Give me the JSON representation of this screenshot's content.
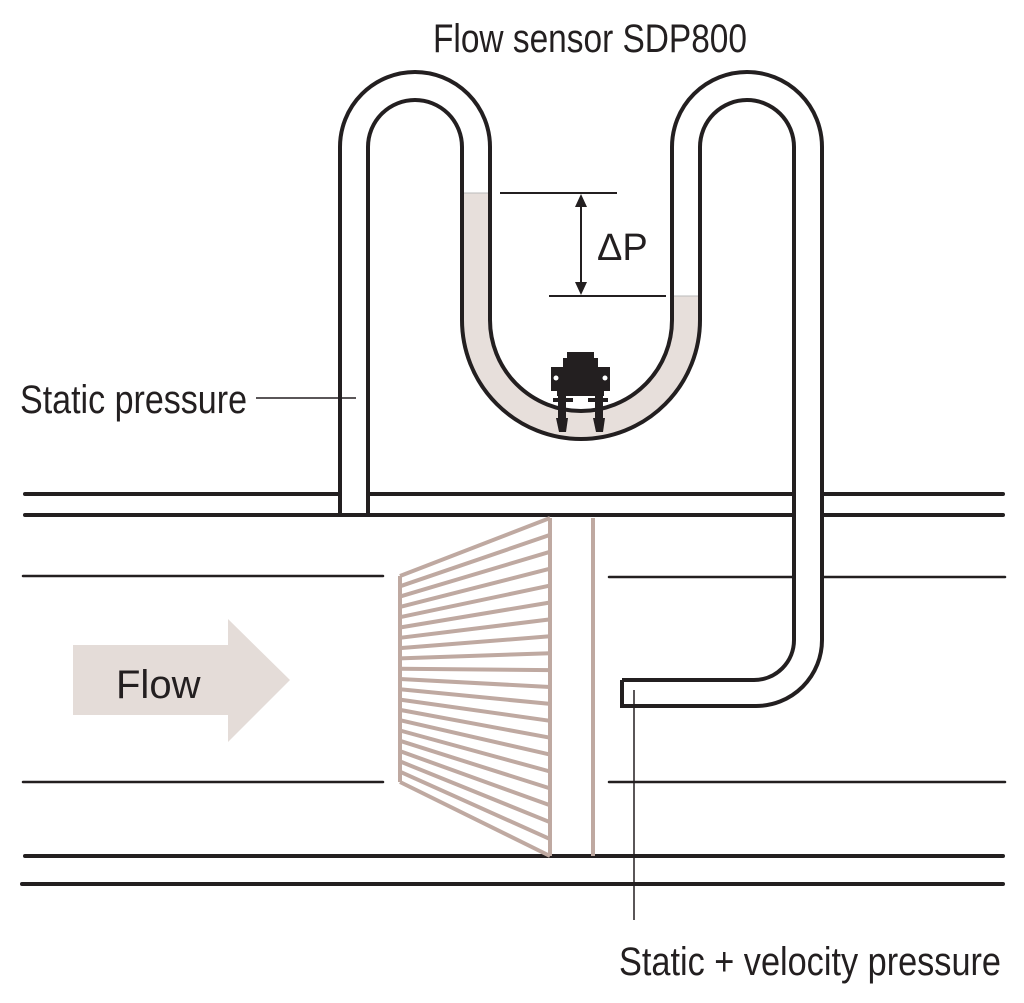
{
  "title": "Flow sensor SDP800",
  "labels": {
    "static_pressure": "Static pressure",
    "static_velocity_pressure": "Static + velocity pressure",
    "delta_p": "ΔP",
    "flow": "Flow"
  },
  "colors": {
    "line": "#231f20",
    "fluid": "#e7dfdb",
    "straightener": "#bfa9a1",
    "arrow": "#e4dcd8"
  }
}
